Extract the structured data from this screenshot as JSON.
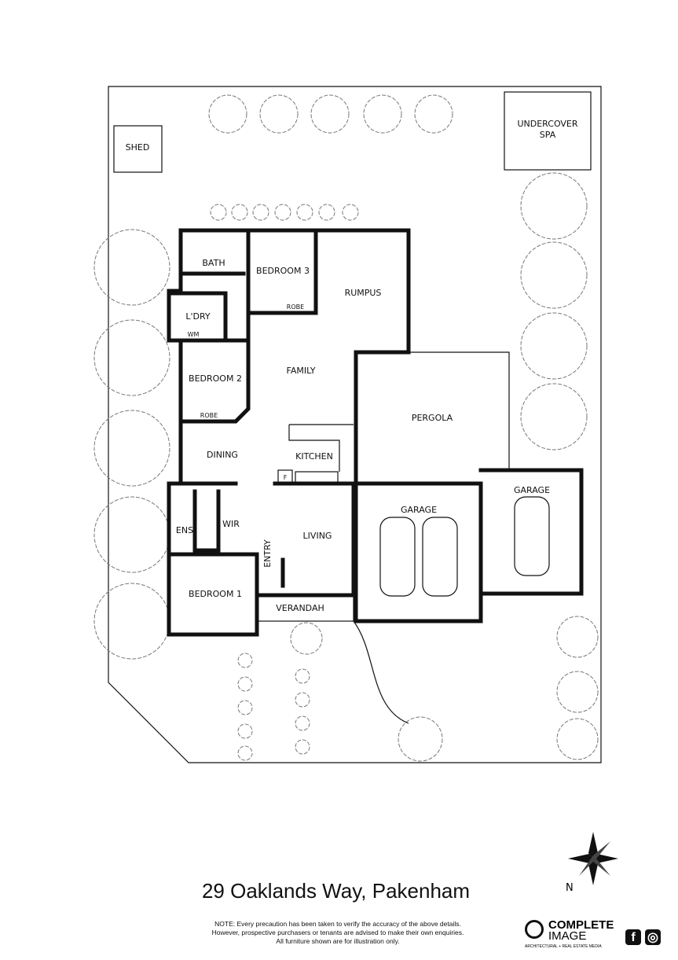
{
  "rooms": {
    "shed": "SHED",
    "spa_line1": "UNDERCOVER",
    "spa_line2": "SPA",
    "bath": "BATH",
    "bedroom3": "BEDROOM 3",
    "robe3": "ROBE",
    "rumpus": "RUMPUS",
    "laundry": "L'DRY",
    "wm": "WM",
    "family": "FAMILY",
    "bedroom2": "BEDROOM 2",
    "robe2": "ROBE",
    "pergola": "PERGOLA",
    "dining": "DINING",
    "kitchen": "KITCHEN",
    "fridge": "F",
    "garage1": "GARAGE",
    "garage2": "GARAGE",
    "ens": "ENS",
    "wir": "WIR",
    "living": "LIVING",
    "entry": "ENTRY",
    "bedroom1": "BEDROOM 1",
    "verandah": "VERANDAH"
  },
  "compass": {
    "label": "N"
  },
  "title": "29 Oaklands Way, Pakenham",
  "note": [
    "NOTE: Every precaution has been taken to verify the accuracy of the above details.",
    "However, prospective purchasers or tenants are advised to make their own enquiries.",
    "All furniture shown are for illustration only."
  ],
  "brand": {
    "line1": "COMPLETE",
    "line2": "IMAGE",
    "tagline": "ARCHITECTURAL + REAL ESTATE MEDIA"
  },
  "social": [
    {
      "icon": "facebook-icon"
    },
    {
      "icon": "instagram-icon"
    }
  ]
}
